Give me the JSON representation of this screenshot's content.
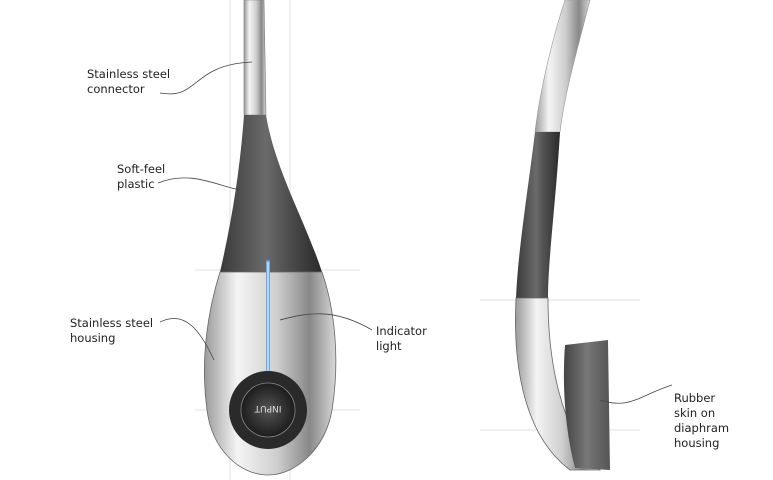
{
  "labels": {
    "connector": [
      "Stainless steel",
      "connector"
    ],
    "plastic": [
      "Soft-feel",
      "plastic"
    ],
    "housing": [
      "Stainless steel",
      "housing"
    ],
    "indicator": [
      "Indicator",
      "light"
    ],
    "rubber": [
      "Rubber",
      "skin on diaphram",
      "housing"
    ]
  },
  "button_text": "INPUT"
}
